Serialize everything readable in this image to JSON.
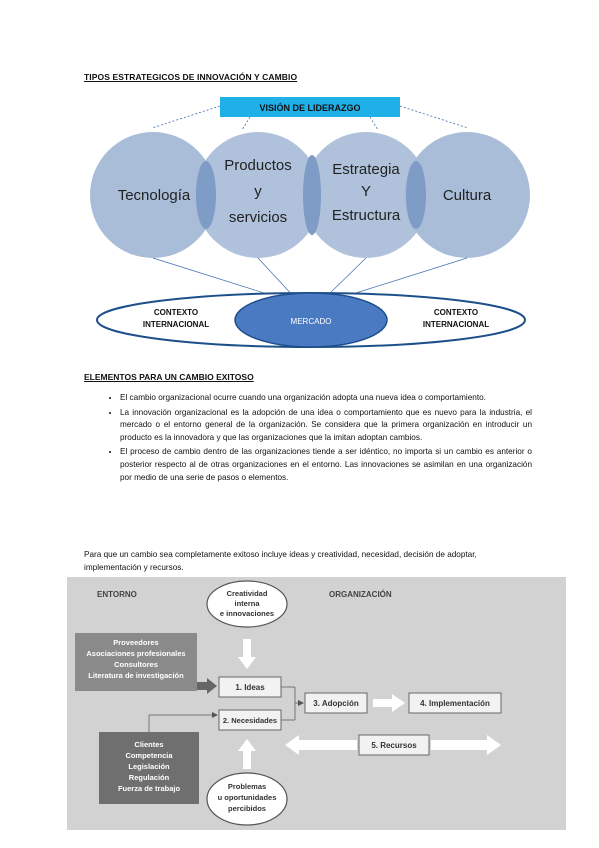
{
  "section1": {
    "heading": "TIPOS ESTRATEGICOS DE INNOVACIÓN Y CAMBIO",
    "banner": "VISIÓN DE LIDERAZGO",
    "circles": {
      "c1": [
        "Tecnología"
      ],
      "c2": [
        "Productos",
        "y",
        "servicios"
      ],
      "c3": [
        "Estrategia",
        "Y",
        "Estructura"
      ],
      "c4": [
        "Cultura"
      ]
    },
    "context_left": [
      "CONTEXTO",
      "INTERNACIONAL"
    ],
    "context_right": [
      "CONTEXTO",
      "INTERNACIONAL"
    ],
    "market": "MERCADO"
  },
  "section2": {
    "heading": "ELEMENTOS PARA UN CAMBIO EXITOSO",
    "bullets": [
      "El cambio organizacional ocurre cuando una organización adopta una nueva idea o comportamiento.",
      "La innovación organizacional es la adopción de una idea o comportamiento que es nuevo para la industria, el mercado o el entorno general de la organización. Se considera que la primera organización en introducir un producto es la innovadora y que las organizaciones que la imitan adoptan cambios.",
      "El proceso de cambio dentro de las organizaciones tiende a ser idéntico, no importa si un cambio es anterior o posterior respecto al de otras organizaciones en el entorno. Las innovaciones se asimilan en una organización por medio de una serie de pasos o elementos."
    ],
    "paragraph": "Para que un cambio sea completamente exitoso incluye ideas y creatividad, necesidad, decisión de adoptar, implementación y recursos."
  },
  "diagram": {
    "label_entorno": "ENTORNO",
    "label_organizacion": "ORGANIZACIÓN",
    "creatividad": [
      "Creatividad",
      "interna",
      "e innovaciones"
    ],
    "proveedores": [
      "Proveedores",
      "Asociaciones profesionales",
      "Consultores",
      "Literatura de investigación"
    ],
    "clientes": [
      "Clientes",
      "Competencia",
      "Legislación",
      "Regulación",
      "Fuerza de trabajo"
    ],
    "ideas": "1. Ideas",
    "necesidades": "2. Necesidades",
    "adopcion": "3. Adopción",
    "implementacion": "4. Implementación",
    "recursos": "5. Recursos",
    "problemas": [
      "Problemas",
      "u oportunidades",
      "percibidos"
    ]
  }
}
